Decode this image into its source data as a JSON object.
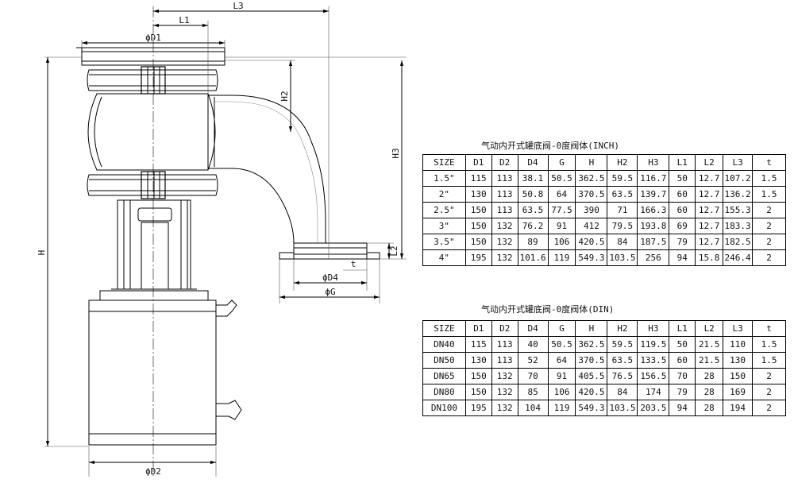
{
  "drawing": {
    "labels": {
      "l3": "L3",
      "l1": "L1",
      "d1": "ϕD1",
      "h2": "H2",
      "h3": "H3",
      "h": "H",
      "l2": "L2",
      "t": "t",
      "d4": "ϕD4",
      "g": "ϕG",
      "d2": "ϕD2"
    }
  },
  "table_inch": {
    "caption": "气动内开式罐底阀-0度阀体(INCH)",
    "headers": [
      "SIZE",
      "D1",
      "D2",
      "D4",
      "G",
      "H",
      "H2",
      "H3",
      "L1",
      "L2",
      "L3",
      "t"
    ],
    "rows": [
      [
        "1.5\"",
        "115",
        "113",
        "38.1",
        "50.5",
        "362.5",
        "59.5",
        "116.7",
        "50",
        "12.7",
        "107.2",
        "1.5"
      ],
      [
        "2\"",
        "130",
        "113",
        "50.8",
        "64",
        "370.5",
        "63.5",
        "139.7",
        "60",
        "12.7",
        "136.2",
        "1.5"
      ],
      [
        "2.5\"",
        "150",
        "113",
        "63.5",
        "77.5",
        "390",
        "71",
        "166.3",
        "60",
        "12.7",
        "155.3",
        "2"
      ],
      [
        "3\"",
        "150",
        "132",
        "76.2",
        "91",
        "412",
        "79.5",
        "193.8",
        "69",
        "12.7",
        "183.3",
        "2"
      ],
      [
        "3.5\"",
        "150",
        "132",
        "89",
        "106",
        "420.5",
        "84",
        "187.5",
        "79",
        "12.7",
        "182.5",
        "2"
      ],
      [
        "4\"",
        "195",
        "132",
        "101.6",
        "119",
        "549.3",
        "103.5",
        "256",
        "94",
        "15.8",
        "246.4",
        "2"
      ]
    ]
  },
  "table_din": {
    "caption": "气动内开式罐底阀-0度阀体(DIN)",
    "headers": [
      "SIZE",
      "D1",
      "D2",
      "D4",
      "G",
      "H",
      "H2",
      "H3",
      "L1",
      "L2",
      "L3",
      "t"
    ],
    "rows": [
      [
        "DN40",
        "115",
        "113",
        "40",
        "50.5",
        "362.5",
        "59.5",
        "119.5",
        "50",
        "21.5",
        "110",
        "1.5"
      ],
      [
        "DN50",
        "130",
        "113",
        "52",
        "64",
        "370.5",
        "63.5",
        "133.5",
        "60",
        "21.5",
        "130",
        "1.5"
      ],
      [
        "DN65",
        "150",
        "132",
        "70",
        "91",
        "405.5",
        "76.5",
        "156.5",
        "70",
        "28",
        "150",
        "2"
      ],
      [
        "DN80",
        "150",
        "132",
        "85",
        "106",
        "420.5",
        "84",
        "174",
        "79",
        "28",
        "169",
        "2"
      ],
      [
        "DN100",
        "195",
        "132",
        "104",
        "119",
        "549.3",
        "103.5",
        "203.5",
        "94",
        "28",
        "194",
        "2"
      ]
    ]
  }
}
